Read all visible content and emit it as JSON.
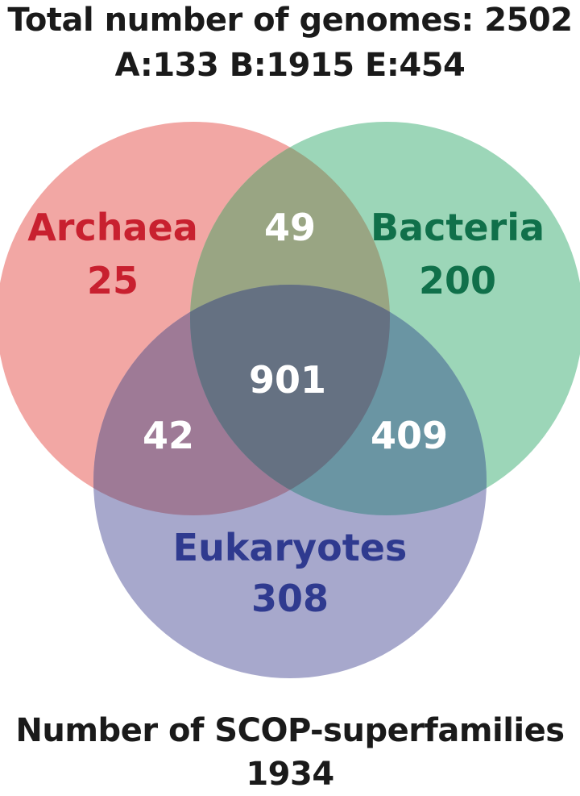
{
  "header": {
    "title": "Total number of genomes: 2502",
    "counts": "A:133  B:1915  E:454"
  },
  "venn": {
    "sets": [
      {
        "id": "archaea",
        "label": "Archaea",
        "only": "25",
        "color": "#f2a7a4",
        "text_color": "#c8202f"
      },
      {
        "id": "bacteria",
        "label": "Bacteria",
        "only": "200",
        "color": "#9cd6b8",
        "text_color": "#10704a"
      },
      {
        "id": "eukaryotes",
        "label": "Eukaryotes",
        "only": "308",
        "color": "#a7a8cc",
        "text_color": "#2f3a8f"
      }
    ],
    "intersections": {
      "archaea_bacteria": "49",
      "archaea_eukaryotes": "42",
      "bacteria_eukaryotes": "409",
      "all_three": "901"
    },
    "intersection_text_color": "#ffffff"
  },
  "footer": {
    "label": "Number of SCOP-superfamilies",
    "total": "1934"
  }
}
